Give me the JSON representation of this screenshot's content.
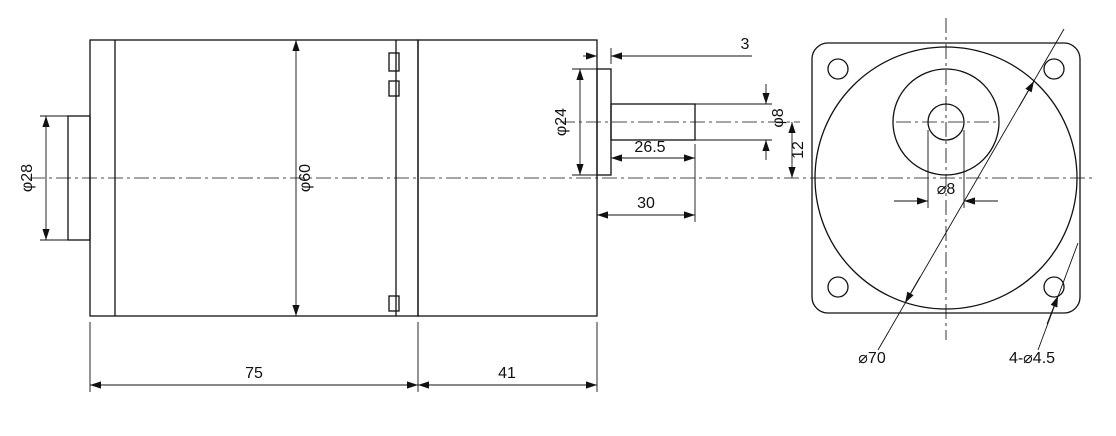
{
  "drawing": {
    "side_view": {
      "dims": {
        "rear_boss_dia": "φ28",
        "body_dia": "φ60",
        "body_len": "75",
        "gearbox_len": "41",
        "front_boss_dia": "φ24",
        "front_boss_len": "3",
        "shaft_usable_len": "26.5",
        "shaft_len": "30",
        "shaft_dia": "φ8",
        "shaft_axis_offset": "12"
      }
    },
    "front_view": {
      "dims": {
        "shaft_hole_dia": "⌀8",
        "pilot_circle_dia": "⌀70",
        "mounting_holes": "4-⌀4.5"
      }
    }
  }
}
